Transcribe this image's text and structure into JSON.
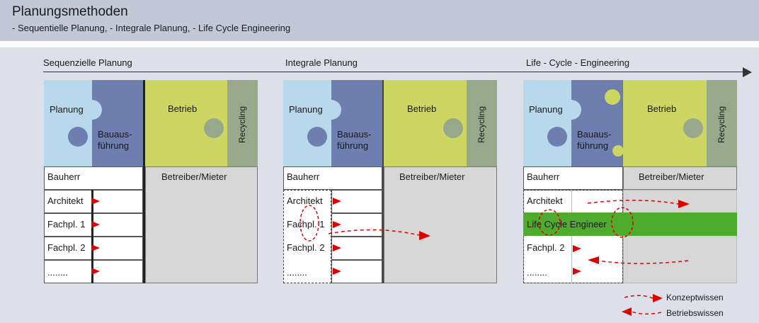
{
  "header": {
    "title": "Planungsmethoden",
    "subtitle": "- Sequentielle Planung, - Integrale Planung, - Life Cycle Engineering"
  },
  "phases": [
    {
      "label": "Sequenzielle Planung"
    },
    {
      "label": "Integrale Planung"
    },
    {
      "label": "Life - Cycle - Engineering"
    }
  ],
  "puzzle": {
    "planung": "Planung",
    "bauaus1": "Bauaus-",
    "bauaus2": "führung",
    "betrieb": "Betrieb",
    "recycling": "Recycling"
  },
  "roles": {
    "bauherr": "Bauherr",
    "architekt": "Architekt",
    "fachpl1": "Fachpl. 1",
    "fachpl2": "Fachpl. 2",
    "dots": "........",
    "betreiber": "Betreiber/Mieter",
    "lce": "Life Cycle Engineer"
  },
  "legend": {
    "konzept": "Konzeptwissen",
    "betrieb": "Betriebswissen"
  },
  "colors": {
    "planung": "#b8d9ec",
    "bauausfuehrung": "#6e7faf",
    "betrieb": "#cdd563",
    "recycling": "#97a98a",
    "lce_bar": "#4eab2e",
    "arrow": "#e00000",
    "header_bg": "#c3c8d6",
    "content_bg": "#dde0e8"
  }
}
